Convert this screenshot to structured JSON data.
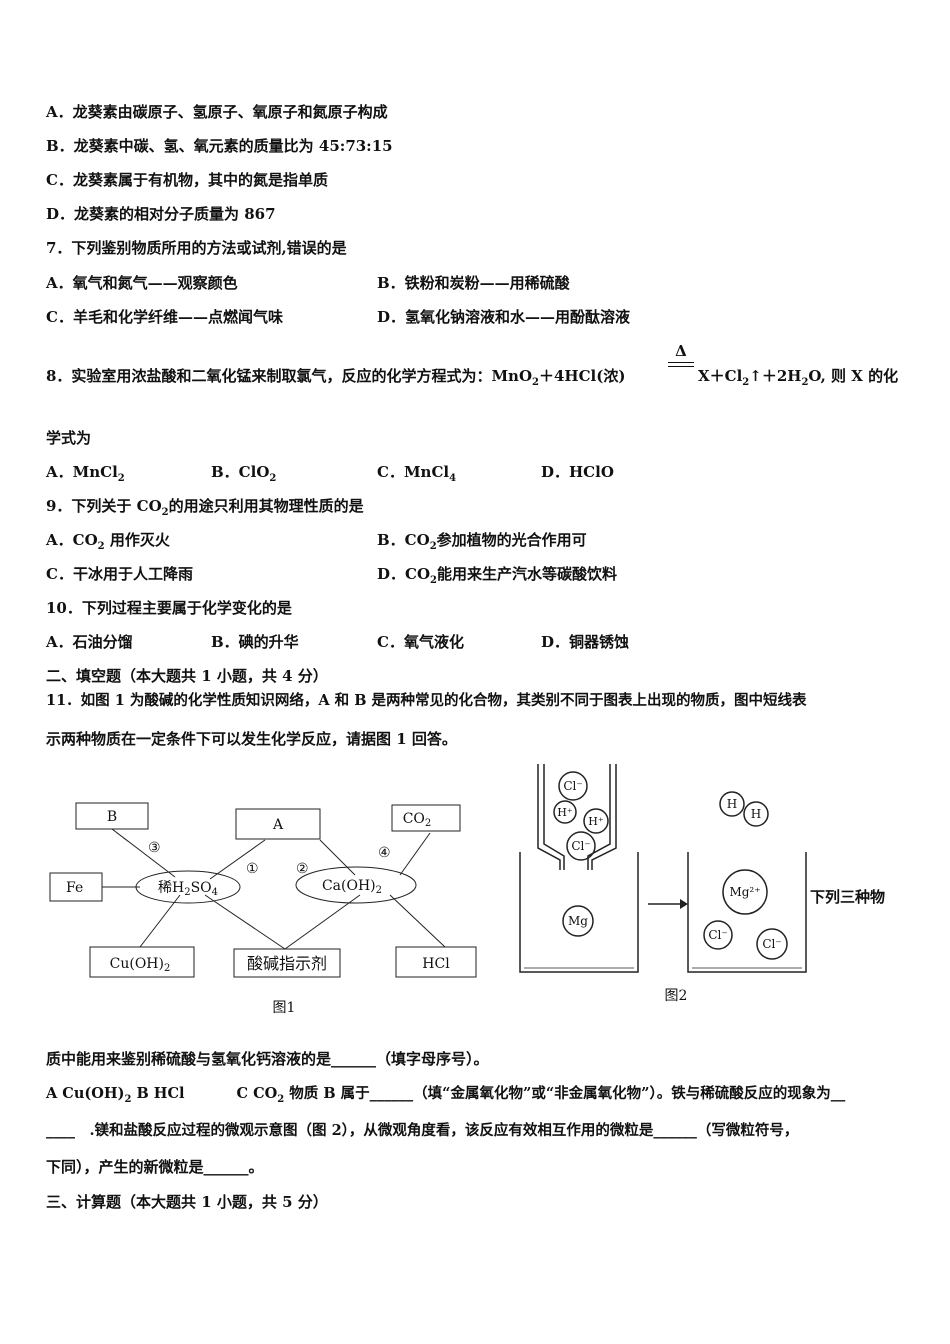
{
  "q6": {
    "a": "A．龙葵素由碳原子、氢原子、氧原子和氮原子构成",
    "b": "B．龙葵素中碳、氢、氧元素的质量比为 45:73:15",
    "c": "C．龙葵素属于有机物，其中的氮是指单质",
    "d": "D．龙葵素的相对分子质量为 867"
  },
  "q7": {
    "stem": "7．下列鉴别物质所用的方法或试剂,错误的是",
    "a": "A．氧气和氮气——观察颜色",
    "b": "B．铁粉和炭粉——用稀硫酸",
    "c": "C．羊毛和化学纤维——点燃闻气味",
    "d": "D．氢氧化钠溶液和水——用酚酞溶液"
  },
  "q8": {
    "stem_a": "8．实验室用浓盐酸和二氧化锰来制取氯气，反应的化学方程式为：MnO",
    "stem_b": "＋4HCl(浓)",
    "cond": "Δ",
    "stem_c": "X＋Cl",
    "stem_d": "↑＋2H",
    "stem_e": "O, 则 X 的化",
    "stem2": "学式为",
    "a": "A．MnCl",
    "b": "B．ClO",
    "c": "C．MnCl",
    "d": "D．HClO",
    "sub2": "2",
    "sub4": "4"
  },
  "q9": {
    "stem_a": "9．下列关于 CO",
    "stem_b": "的用途只利用其物理性质的是",
    "a_a": "A．CO",
    "a_b": "用作灭火",
    "b_a": "B．CO",
    "b_b": "参加植物的光合作用可",
    "c": "C．干冰用于人工降雨",
    "d_a": "D．CO",
    "d_b": "能用来生产汽水等碳酸饮料"
  },
  "q10": {
    "stem": "10．下列过程主要属于化学变化的是",
    "a": "A．石油分馏",
    "b": "B．碘的升华",
    "c": "C．氧气液化",
    "d": "D．铜器锈蚀"
  },
  "sec2": "二、填空题（本大题共 1 小题，共 4 分）",
  "q11": {
    "line1": "11．如图 1 为酸碱的化学性质知识网络，A 和 B 是两种常见的化合物，其类别不同于图表上出现的物质，图中短线表",
    "line2": "示两种物质在一定条件下可以发生化学反应，请据图 1 回答。",
    "side": "下列三种物",
    "line3": "质中能用来鉴别稀硫酸与氢氧化钙溶液的是______（填字母序号）。",
    "line4a": "A Cu(OH)",
    "line4b": " B HCl",
    "line4c": "C CO",
    "line4d": " 物质 B 属于______（填“金属氧化物”或“非金属氧化物”）。铁与稀硫酸反应的现象为__",
    "line5": "____　.镁和盐酸反应过程的微观示意图（图 2），从微观角度看，该反应有效相互作用的微粒是______（写微粒符号，",
    "line6": "下同），产生的新微粒是______。"
  },
  "sec3": "三、计算题（本大题共 1 小题，共 5 分）",
  "fig1": {
    "caption": "图1",
    "b": "B",
    "a": "A",
    "co2": "CO",
    "co2_sub": "2",
    "fe": "Fe",
    "h2so4_a": "稀H",
    "h2so4_b": "SO",
    "h2so4_sub2": "2",
    "h2so4_sub4": "4",
    "caoh_a": "Ca(OH)",
    "caoh_sub": "2",
    "cuoh_a": "Cu(OH)",
    "cuoh_sub": "2",
    "indicator": "酸碱指示剂",
    "hcl": "HCl",
    "n1": "①",
    "n2": "②",
    "n3": "③",
    "n4": "④"
  },
  "fig2": {
    "caption": "图2",
    "cl": "Cl⁻",
    "h": "H⁺",
    "mg": "Mg",
    "mg2": "Mg²⁺",
    "h0": "H"
  }
}
